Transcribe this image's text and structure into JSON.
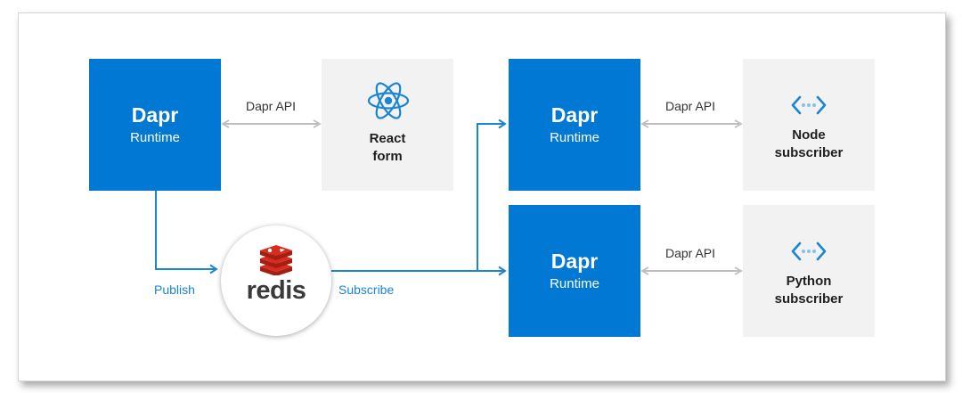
{
  "diagram": {
    "dapr_publisher": {
      "title": "Dapr",
      "subtitle": "Runtime"
    },
    "react_form": {
      "label_line1": "React",
      "label_line2": "form",
      "icon": "react-icon"
    },
    "dapr_node": {
      "title": "Dapr",
      "subtitle": "Runtime"
    },
    "node_subscriber": {
      "label_line1": "Node",
      "label_line2": "subscriber",
      "icon": "code-icon"
    },
    "dapr_python": {
      "title": "Dapr",
      "subtitle": "Runtime"
    },
    "python_subscriber": {
      "label_line1": "Python",
      "label_line2": "subscriber",
      "icon": "code-icon"
    },
    "api_label_1": "Dapr API",
    "api_label_2": "Dapr API",
    "api_label_3": "Dapr API",
    "publish_label": "Publish",
    "subscribe_label": "Subscribe",
    "redis_wordmark": "redis",
    "colors": {
      "dapr_blue": "#0078d4",
      "grey_box": "#f2f2f2",
      "arrow_grey": "#bfbfbf",
      "redis_red": "#d82c20"
    }
  }
}
